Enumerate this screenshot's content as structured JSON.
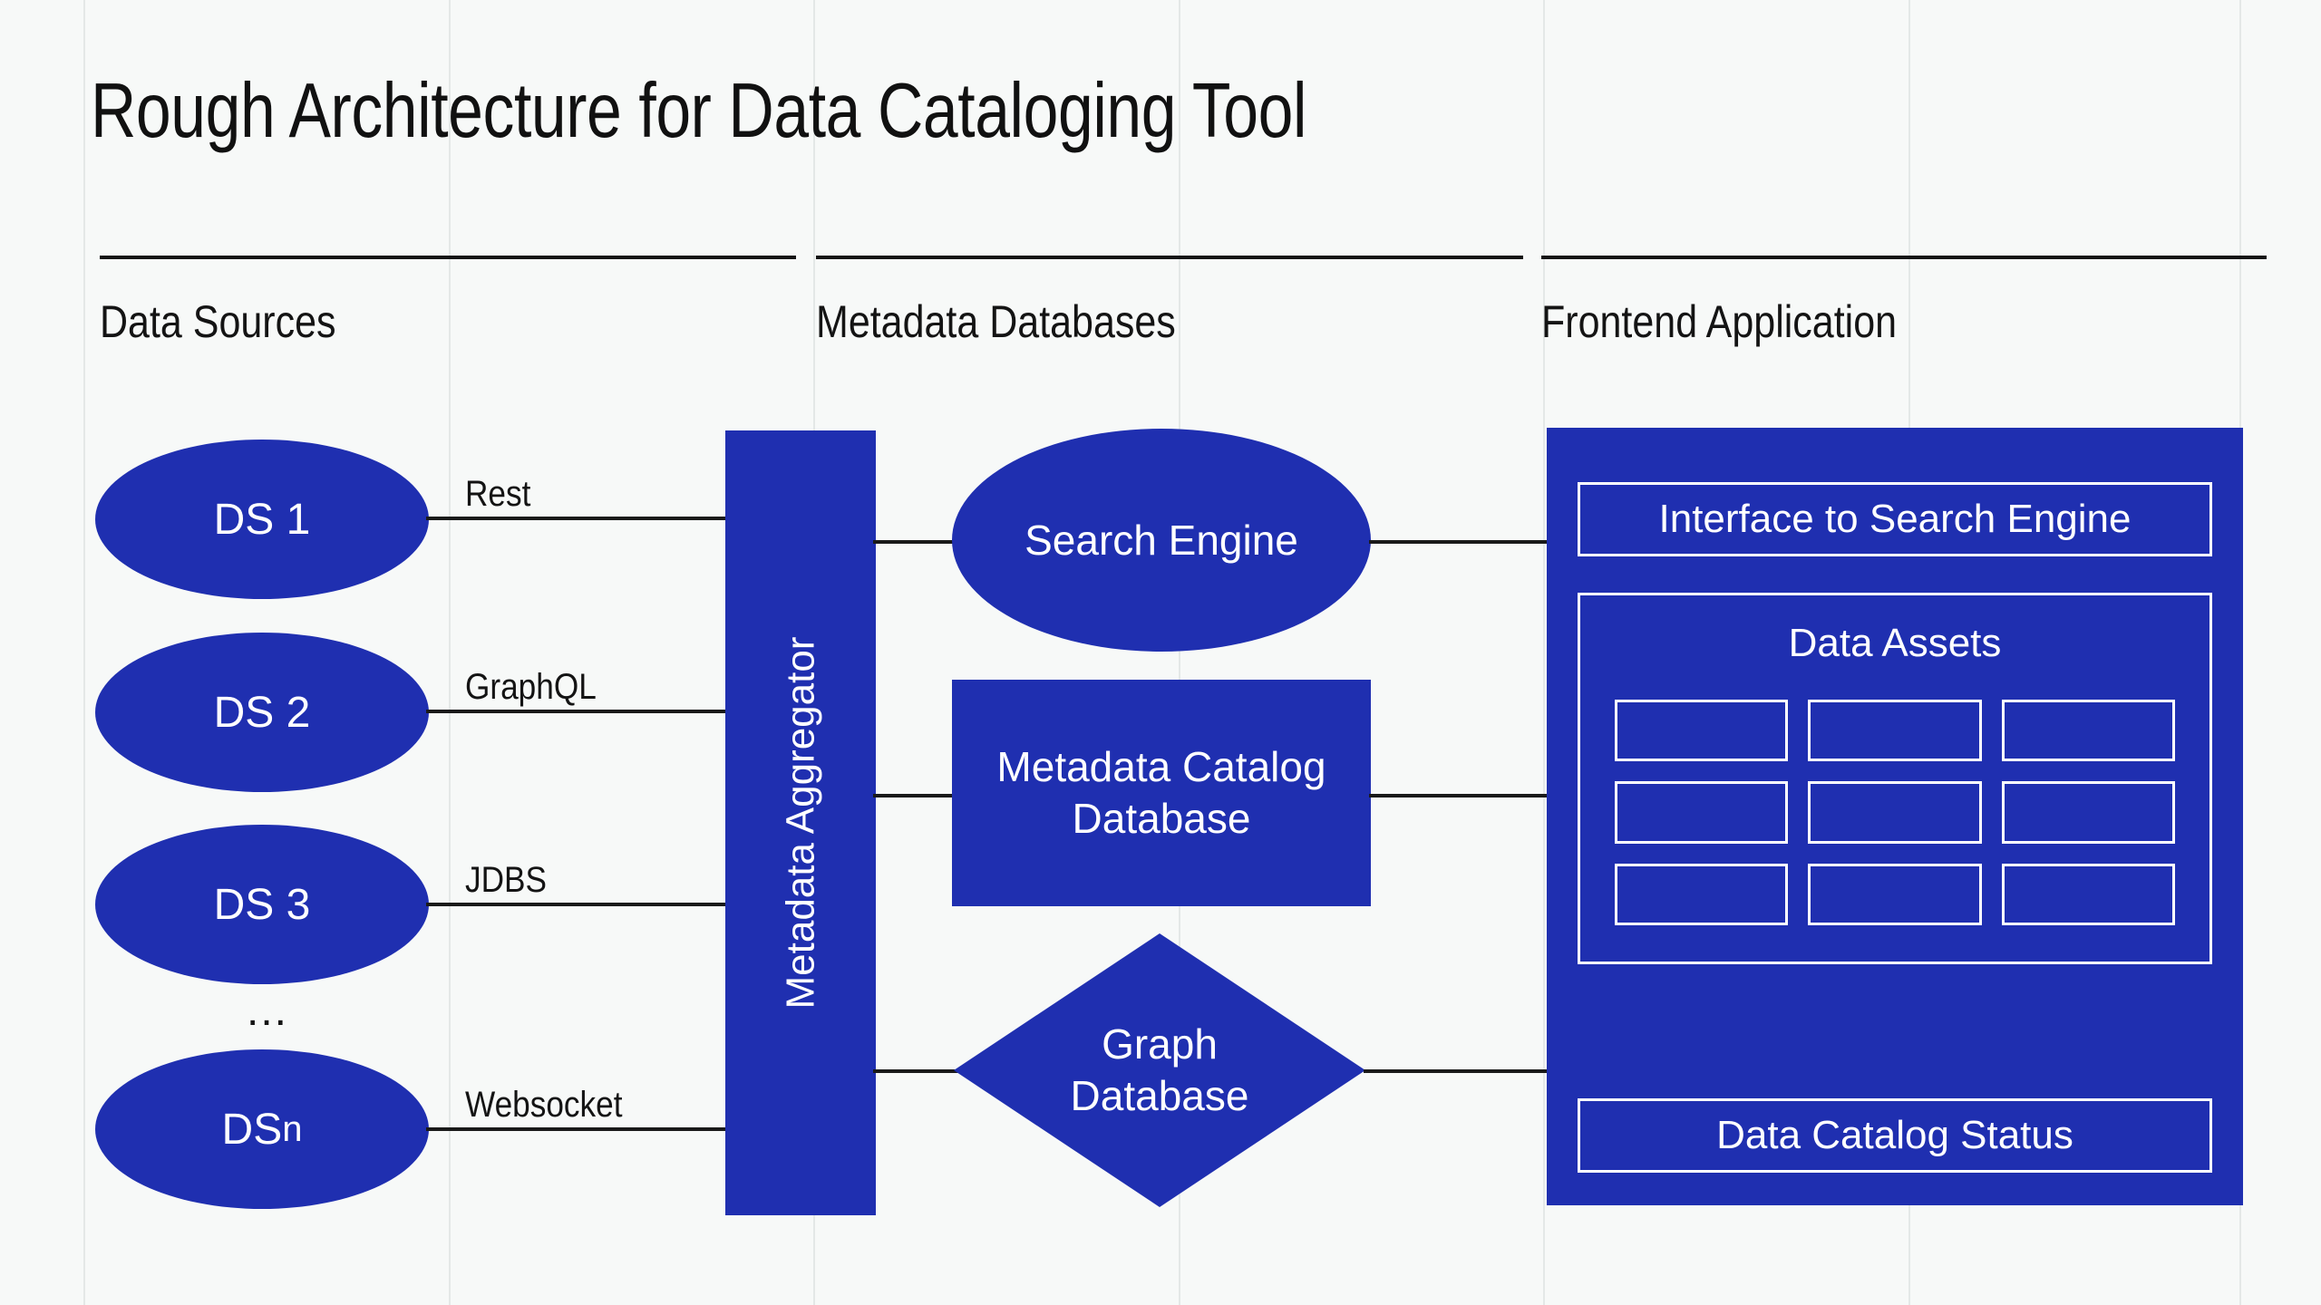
{
  "page": {
    "title": "Rough Architecture for Data Cataloging Tool",
    "background_color": "#f7f9f8",
    "accent_color": "#1f2fb0",
    "line_color": "#141414",
    "text_on_accent": "#ffffff"
  },
  "columns": [
    {
      "label": "Data Sources"
    },
    {
      "label": "Metadata Databases"
    },
    {
      "label": "Frontend Application"
    }
  ],
  "data_sources": [
    {
      "label": "DS 1",
      "suffix": "",
      "protocol": "Rest"
    },
    {
      "label": "DS 2",
      "suffix": "",
      "protocol": "GraphQL"
    },
    {
      "label": "DS 3",
      "suffix": "",
      "protocol": "JDBS"
    },
    {
      "label": "DS ",
      "suffix": "n",
      "protocol": "Websocket"
    }
  ],
  "ellipsis": "...",
  "aggregator": {
    "label": "Metadata Aggregator"
  },
  "metadata_databases": [
    {
      "label": "Search Engine",
      "shape": "ellipse"
    },
    {
      "label_line1": "Metadata Catalog",
      "label_line2": "Database",
      "shape": "rectangle"
    },
    {
      "label_line1": "Graph",
      "label_line2": "Database",
      "shape": "diamond"
    }
  ],
  "frontend": {
    "search_interface": "Interface to Search Engine",
    "data_assets_title": "Data Assets",
    "asset_cells": [
      "",
      "",
      "",
      "",
      "",
      "",
      "",
      "",
      ""
    ],
    "status_bar": "Data Catalog Status"
  }
}
